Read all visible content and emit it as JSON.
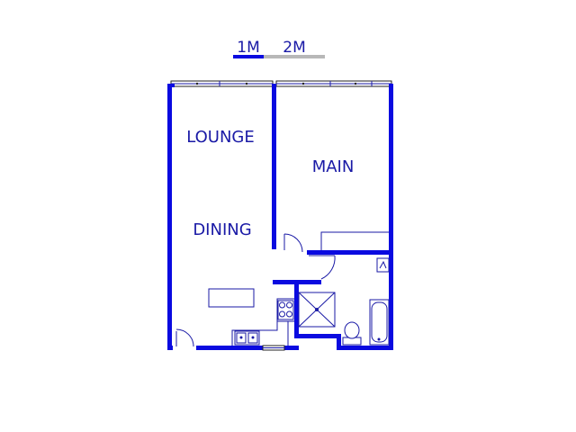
{
  "scale_bar": {
    "label_1": "1M",
    "label_2": "2M",
    "colors": {
      "primary": "#0a0ae0",
      "secondary": "#b8b8b8"
    }
  },
  "rooms": {
    "lounge": "LOUNGE",
    "dining": "DINING",
    "main": "MAIN"
  },
  "colors": {
    "wall": "#0a0ae0",
    "text": "#1a1aa6",
    "background": "#ffffff"
  }
}
